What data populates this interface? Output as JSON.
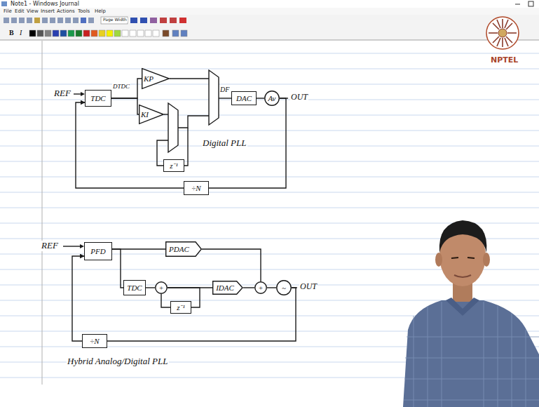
{
  "diagram": {
    "nodes": [
      {
        "text": [
          "TDC"
        ]
      },
      {
        "text": [
          "KP"
        ]
      },
      {
        "text": [
          "KI"
        ]
      },
      {
        "text": [
          "z⁻¹"
        ]
      },
      {
        "text": [
          "DAC"
        ]
      },
      {
        "text": [
          "Av"
        ]
      },
      {
        "text": [
          "÷N"
        ]
      },
      {
        "text": [
          "PFD"
        ]
      },
      {
        "text": [
          "PDAC"
        ]
      },
      {
        "text": [
          "TDC"
        ]
      },
      {
        "text": [
          "+"
        ]
      },
      {
        "text": [
          "z⁻¹"
        ]
      },
      {
        "text": [
          "IDAC"
        ]
      },
      {
        "text": [
          "+"
        ]
      },
      {
        "text": [
          "~"
        ]
      },
      {
        "text": [
          "÷N"
        ]
      }
    ],
    "edges": [
      {
        "from": 0,
        "to": 1,
        "arrow": "none"
      },
      {
        "from": 0,
        "to": 2,
        "arrow": "none"
      },
      {
        "from": 4,
        "to": 5,
        "arrow": "none"
      },
      {
        "from": 5,
        "to": 6,
        "arrow": "none"
      },
      {
        "from": 6,
        "to": 0,
        "arrow": "to"
      },
      {
        "from": 7,
        "to": 8,
        "arrow": "none"
      },
      {
        "from": 7,
        "to": 9,
        "arrow": "none"
      },
      {
        "from": 9,
        "to": 10,
        "arrow": "none"
      },
      {
        "from": 10,
        "to": 12,
        "arrow": "none"
      },
      {
        "from": 10,
        "to": 11,
        "arrow": "none"
      },
      {
        "from": 11,
        "to": 10,
        "arrow": "none"
      },
      {
        "from": 8,
        "to": 13,
        "arrow": "none"
      },
      {
        "from": 12,
        "to": 13,
        "arrow": "none"
      },
      {
        "from": 13,
        "to": 14,
        "arrow": "none"
      },
      {
        "from": 14,
        "to": 15,
        "arrow": "none"
      },
      {
        "from": 15,
        "to": 7,
        "arrow": "to"
      }
    ],
    "labels": [
      "Note1 - Windows Journal",
      "File",
      "Edit",
      "View",
      "Insert",
      "Actions",
      "Tools",
      "Help",
      "Page Width",
      "B",
      "I",
      "NPTEL",
      "REF",
      "DTDC",
      "DF",
      "OUT",
      "Digital PLL",
      "REF",
      "OUT",
      "Hybrid Analog/Digital PLL"
    ]
  }
}
